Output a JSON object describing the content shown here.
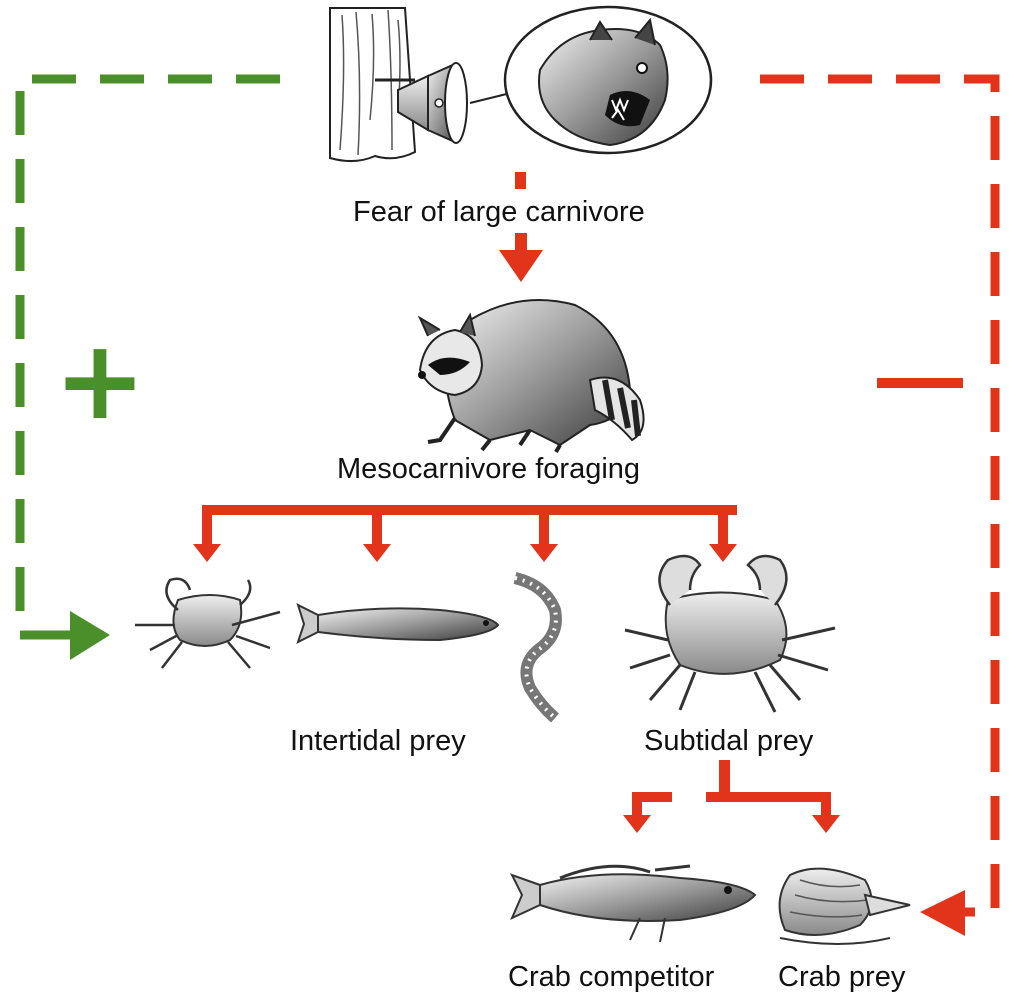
{
  "labels": {
    "fear": "Fear of large carnivore",
    "mesocarnivore": "Mesocarnivore foraging",
    "intertidal": "Intertidal prey",
    "subtidal": "Subtidal prey",
    "crab_competitor": "Crab competitor",
    "crab_prey": "Crab prey"
  },
  "signs": {
    "positive": "+",
    "negative": "—"
  },
  "colors": {
    "positive_path": "#4a8f2a",
    "negative_path": "#e2341b",
    "text": "#111111",
    "illustration": "#555555"
  },
  "icons": [
    "tree-trunk-icon",
    "loudspeaker-icon",
    "snarling-carnivore-icon",
    "raccoon-icon",
    "shore-crab-icon",
    "small-fish-icon",
    "worm-icon",
    "large-crab-icon",
    "sculpin-fish-icon",
    "snail-icon"
  ]
}
